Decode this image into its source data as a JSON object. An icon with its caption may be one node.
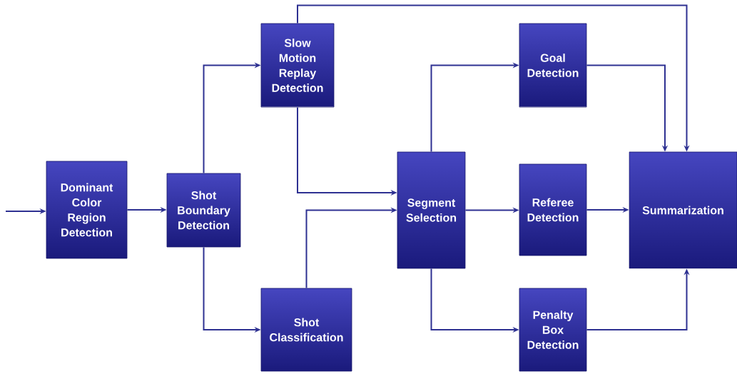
{
  "diagram": {
    "nodes": [
      {
        "text": [
          "Dominant Color Region Detection"
        ]
      },
      {
        "text": [
          "Shot Boundary Detection"
        ]
      },
      {
        "text": [
          "Slow Motion Replay Detection"
        ]
      },
      {
        "text": [
          "Shot Classification"
        ]
      },
      {
        "text": [
          "Segment Selection"
        ]
      },
      {
        "text": [
          "Goal Detection"
        ]
      },
      {
        "text": [
          "Referee Detection"
        ]
      },
      {
        "text": [
          "Penalty Box Detection"
        ]
      },
      {
        "text": [
          "Summarization"
        ]
      }
    ],
    "edges": [
      {
        "from": null,
        "to": 0,
        "arrow": "to"
      },
      {
        "from": 0,
        "to": 1,
        "arrow": "to"
      },
      {
        "from": 1,
        "to": 2,
        "arrow": "to"
      },
      {
        "from": 1,
        "to": 3,
        "arrow": "to"
      },
      {
        "from": 2,
        "to": 8,
        "arrow": "to"
      },
      {
        "from": 2,
        "to": 4,
        "arrow": "to"
      },
      {
        "from": 3,
        "to": 4,
        "arrow": "to"
      },
      {
        "from": 4,
        "to": 5,
        "arrow": "to"
      },
      {
        "from": 4,
        "to": 6,
        "arrow": "to"
      },
      {
        "from": 4,
        "to": 7,
        "arrow": "to"
      },
      {
        "from": 5,
        "to": 8,
        "arrow": "to"
      },
      {
        "from": 6,
        "to": 8,
        "arrow": "to"
      },
      {
        "from": 7,
        "to": 8,
        "arrow": "to"
      }
    ]
  }
}
